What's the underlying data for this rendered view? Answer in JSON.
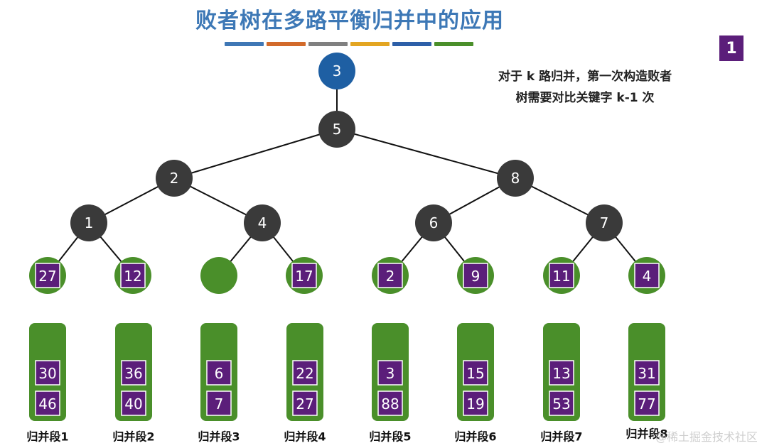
{
  "title": "败者树在多路平衡归并中的应用",
  "page_number": "1",
  "note_lines": [
    "对于 k 路归并，第一次构造败者",
    "树需要对比关键字 k-1 次"
  ],
  "watermark": "@稀土掘金技术社区",
  "colors": {
    "title": "#3d78b6",
    "root_node": "#1e5fa3",
    "internal_node": "#3a3a3a",
    "leaf_green": "#4a8f2a",
    "key_purple": "#5b1e7a",
    "edge": "#111111",
    "decor_bars": [
      "#3f77b5",
      "#d26a2a",
      "#808080",
      "#e3a521",
      "#2d5fa8",
      "#4a8f2a"
    ]
  },
  "tree": {
    "root": "3",
    "internal": [
      "5",
      "2",
      "8",
      "1",
      "4",
      "6",
      "7"
    ],
    "leaves": [
      "27",
      "12",
      "",
      "17",
      "2",
      "9",
      "11",
      "4"
    ]
  },
  "segments": [
    {
      "label": "归并段1",
      "keys": [
        "30",
        "46"
      ]
    },
    {
      "label": "归并段2",
      "keys": [
        "36",
        "40"
      ]
    },
    {
      "label": "归并段3",
      "keys": [
        "6",
        "7"
      ]
    },
    {
      "label": "归并段4",
      "keys": [
        "22",
        "27"
      ]
    },
    {
      "label": "归并段5",
      "keys": [
        "3",
        "88"
      ]
    },
    {
      "label": "归并段6",
      "keys": [
        "15",
        "19"
      ]
    },
    {
      "label": "归并段7",
      "keys": [
        "13",
        "53"
      ]
    },
    {
      "label": "归并段8",
      "keys": [
        "31",
        "77"
      ]
    }
  ]
}
